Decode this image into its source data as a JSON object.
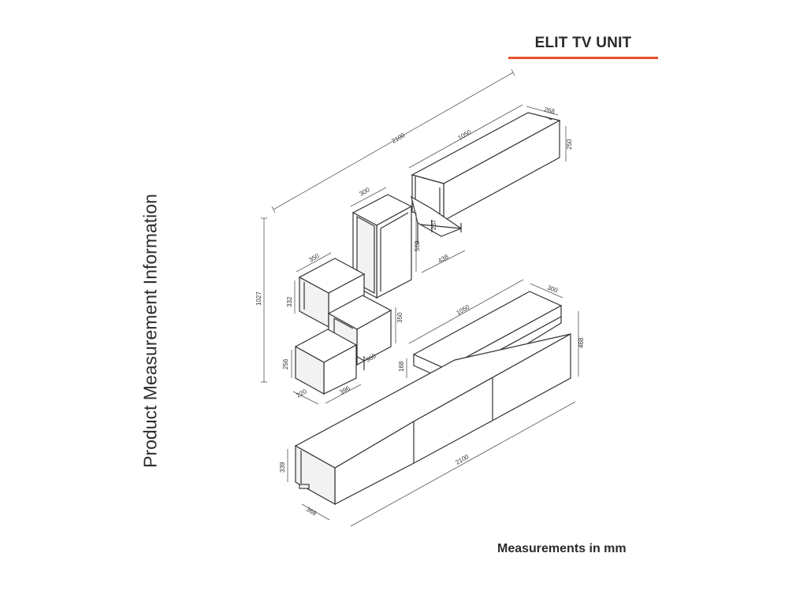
{
  "header": {
    "title": "ELIT TV UNIT",
    "accent_color": "#e5512a"
  },
  "side_label": "Product Measurement Information",
  "footer": {
    "note": "Measurements in mm"
  },
  "dimensions": {
    "wall_width": "2100",
    "wall_height": "1027",
    "top_cabinet_width": "1050",
    "top_cabinet_depth": "268",
    "top_cabinet_height": "250",
    "tall_shelf_width": "300",
    "tall_shelf_height": "569",
    "gap_height": "257",
    "bottom_shelf_width": "438",
    "cube_top_width": "350",
    "cube_top_height": "332",
    "mid_cube_height": "350",
    "cube_bottom_height": "256",
    "cube_bottom_width": "360",
    "cube_depth": "220",
    "cube_base_width": "396",
    "stand_top_width": "1050",
    "stand_top_depth": "300",
    "stand_total_height": "468",
    "stand_top_height": "168",
    "stand_width": "2100",
    "stand_height": "339",
    "stand_depth": "368"
  }
}
